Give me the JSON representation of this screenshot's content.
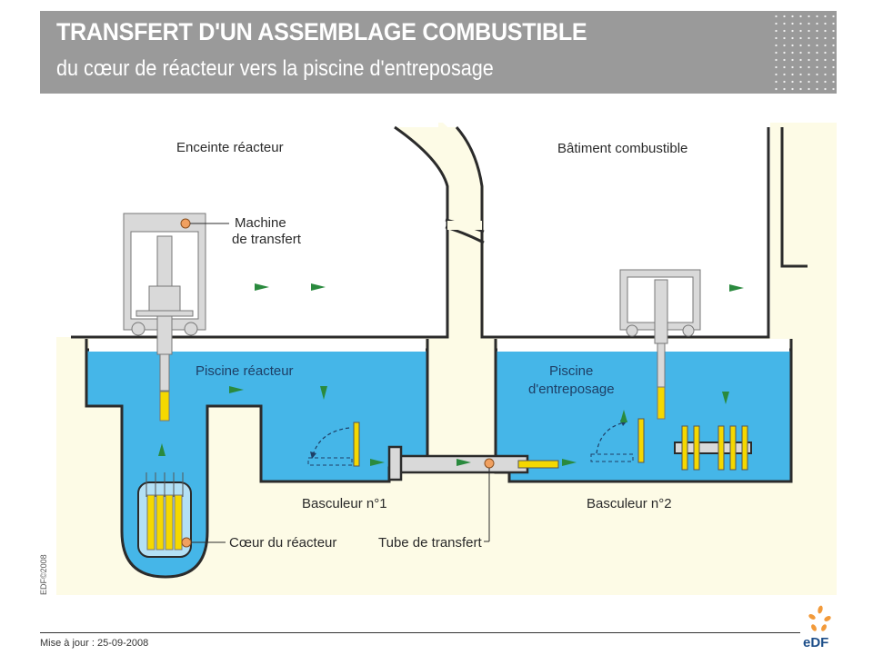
{
  "header": {
    "title": "TRANSFERT D'UN ASSEMBLAGE COMBUSTIBLE",
    "subtitle": "du cœur de réacteur vers la piscine d'entreposage"
  },
  "diagram": {
    "labels": {
      "reactor_building": "Enceinte réacteur",
      "fuel_building": "Bâtiment combustible",
      "transfer_machine_line1": "Machine",
      "transfer_machine_line2": "de transfert",
      "reactor_pool": "Piscine réacteur",
      "storage_pool_line1": "Piscine",
      "storage_pool_line2": "d'entreposage",
      "tilter_1": "Basculeur n°1",
      "tilter_2": "Basculeur n°2",
      "reactor_core": "Cœur du réacteur",
      "transfer_tube": "Tube de transfert"
    },
    "colors": {
      "water": "#45b6e8",
      "wall_fill": "#fdfbe6",
      "fuel": "#f5d800",
      "arrow": "#2a8a3e",
      "marker": "#f0a060",
      "machine": "#d9d9d9",
      "outline": "#2b2b2b"
    },
    "core_fuel_assembly_count": 4,
    "stored_fuel_assembly_count": 5
  },
  "footer": {
    "copyright": "EDF©2008",
    "update_date": "Mise à jour : 25-09-2008",
    "logo_text": "eDF"
  }
}
